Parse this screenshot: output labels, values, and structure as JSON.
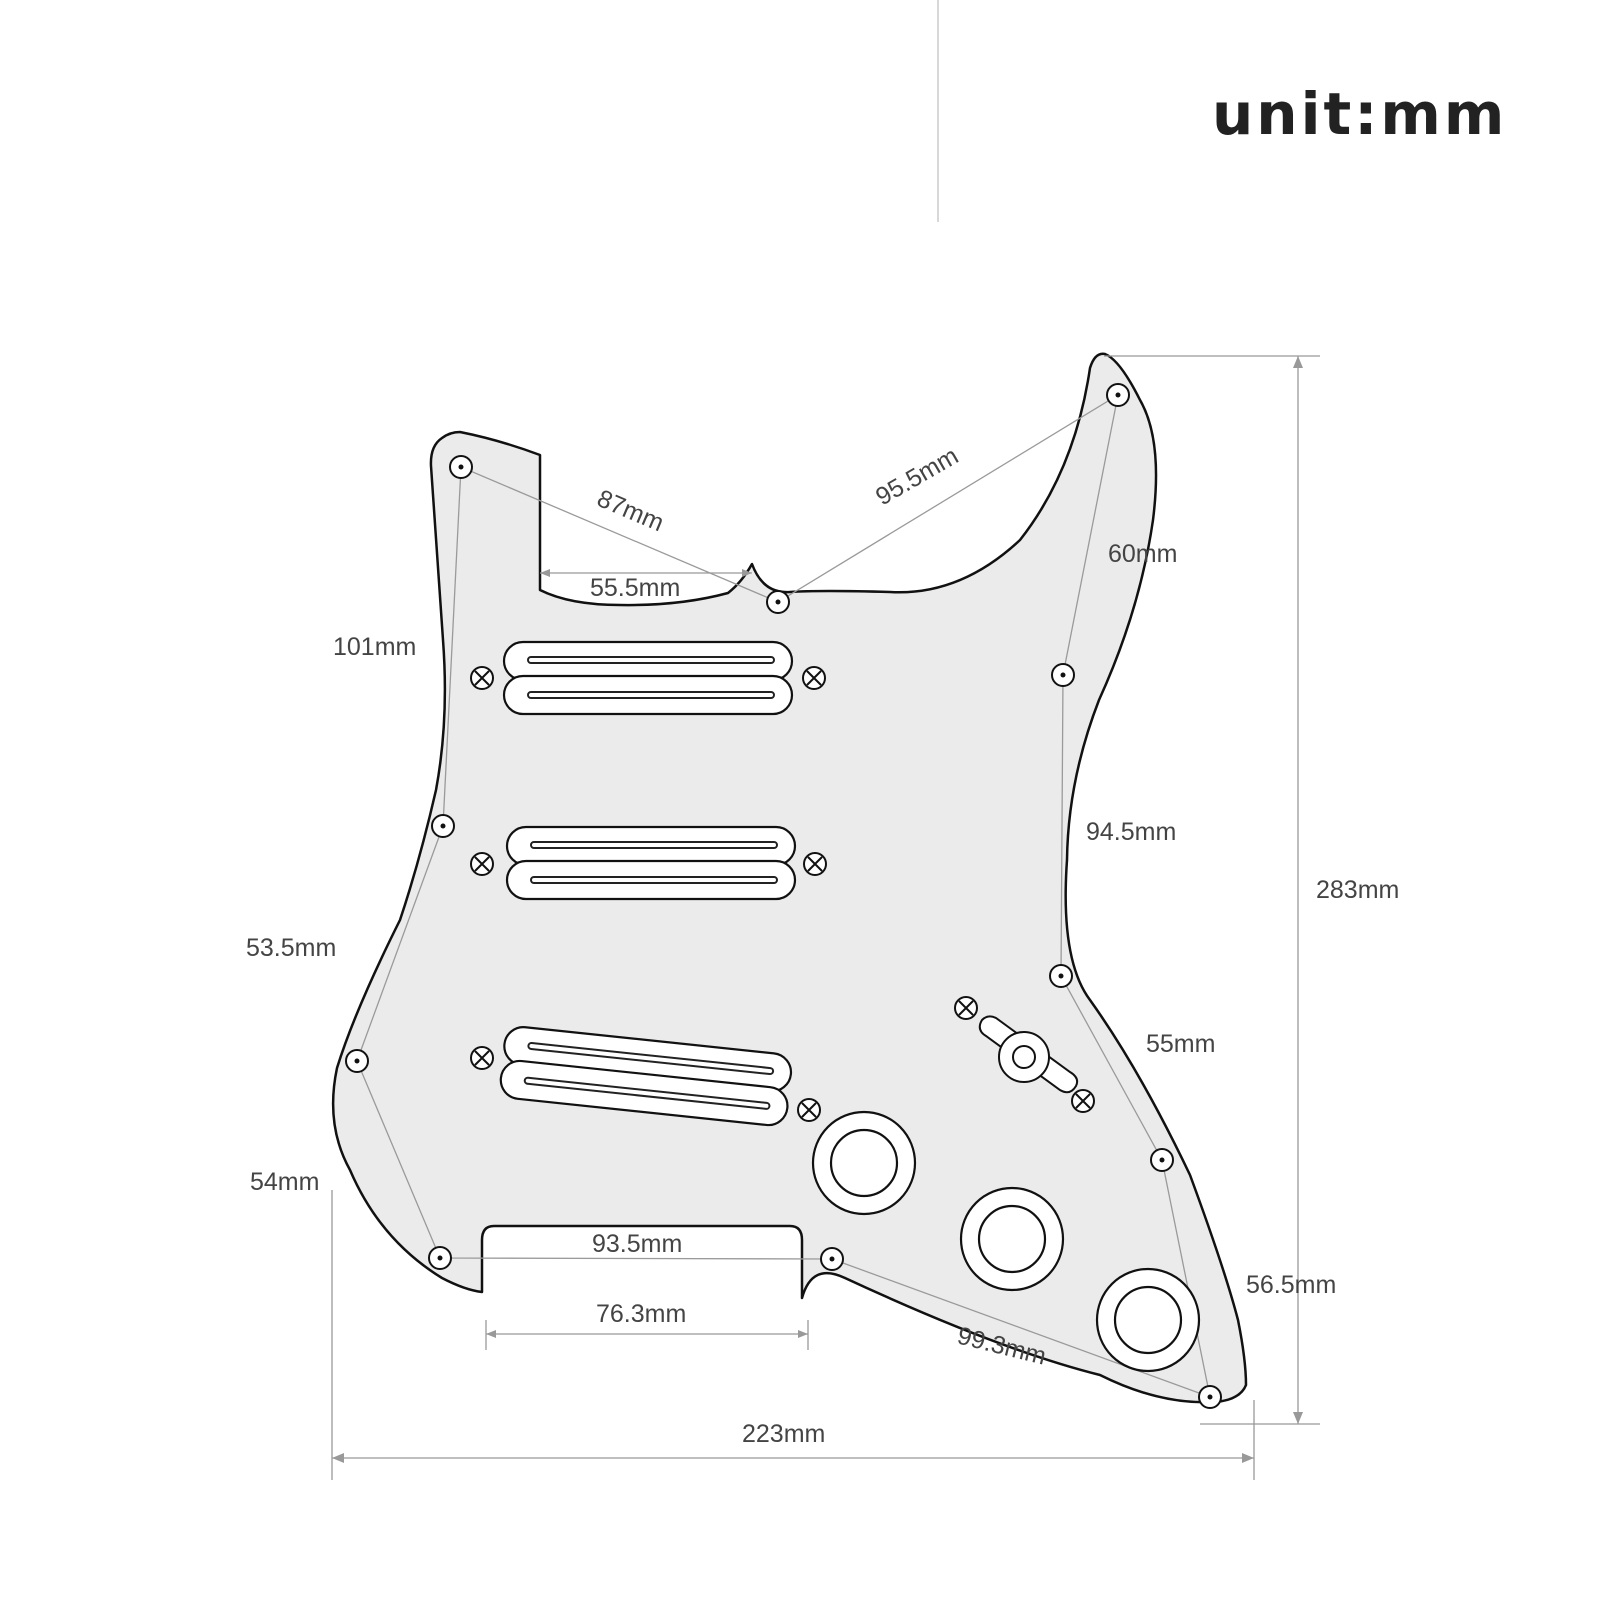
{
  "header": {
    "unit": "unit:mm"
  },
  "dimensions": {
    "d_87": "87mm",
    "d_95_5": "95.5mm",
    "d_55_5": "55.5mm",
    "d_60": "60mm",
    "d_101": "101mm",
    "d_94_5": "94.5mm",
    "d_283": "283mm",
    "d_53_5": "53.5mm",
    "d_55": "55mm",
    "d_54": "54mm",
    "d_93_5": "93.5mm",
    "d_56_5": "56.5mm",
    "d_76_3": "76.3mm",
    "d_99_3": "99.3mm",
    "d_223": "223mm"
  },
  "colors": {
    "pickguard_fill": "#ebebeb",
    "outline": "#111111",
    "guide_lines": "#9a9a9a",
    "text": "#444444"
  }
}
